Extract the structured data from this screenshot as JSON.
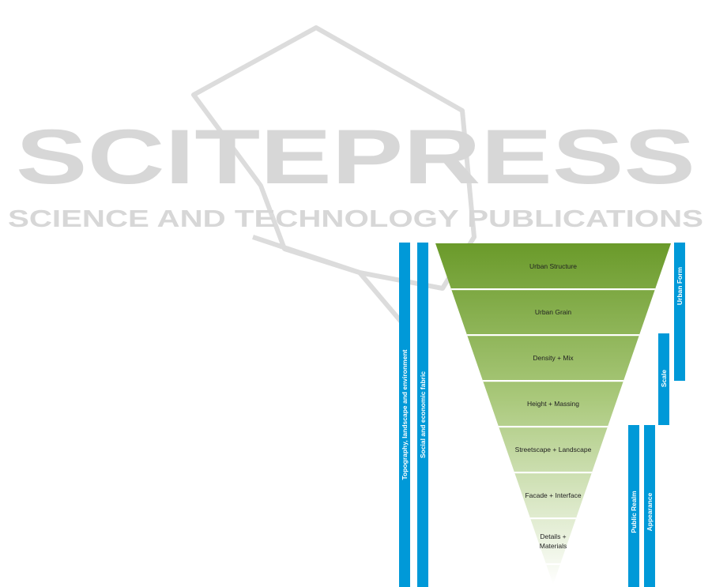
{
  "watermark": {
    "title": "SCITEPRESS",
    "subtitle": "SCIENCE AND TECHNOLOGY PUBLICATIONS"
  },
  "colors": {
    "bar_blue": "#0099d8",
    "funnel_top": "#6a9a2a",
    "funnel_bottom": "#ffffff",
    "watermark_gray": "#d7d7d7"
  },
  "funnel": {
    "levels": [
      "Urban Structure",
      "Urban Grain",
      "Density + Mix",
      "Height + Massing",
      "Streetscape + Landscape",
      "Facade + Interface",
      [
        "Details +",
        "Materials"
      ]
    ]
  },
  "left_bars": [
    "Topography, landscape and environment",
    "Social and economic fabric"
  ],
  "right_bars": [
    "Urban Form",
    "Scale",
    "Public Realm",
    "Appearance"
  ]
}
